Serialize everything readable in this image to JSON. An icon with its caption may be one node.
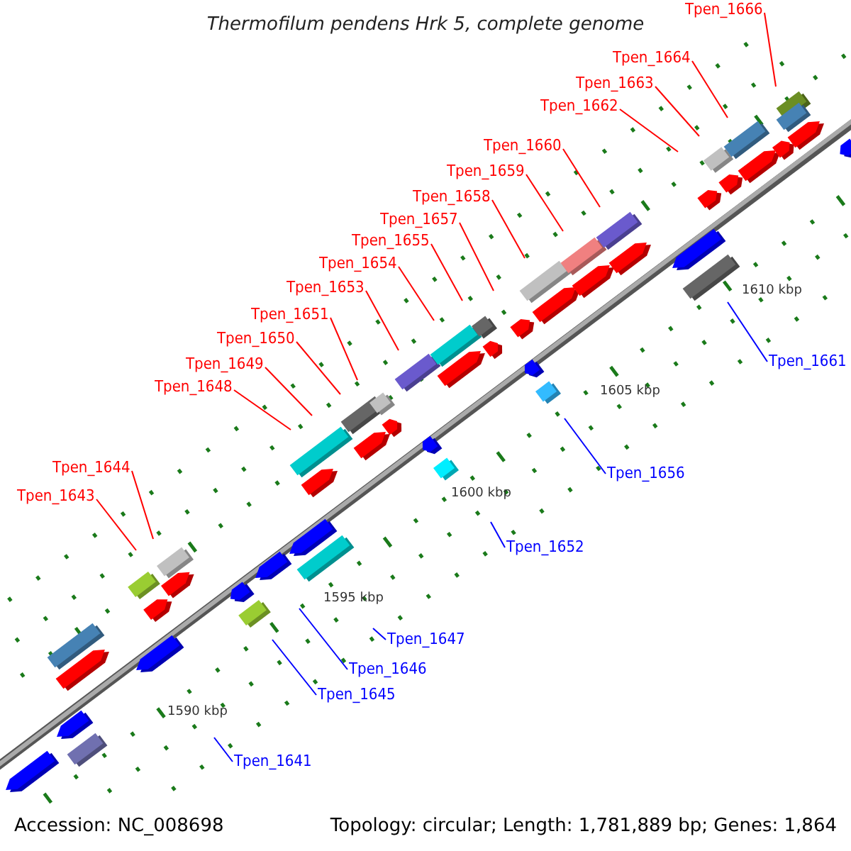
{
  "diagram": {
    "title": "Thermofilum pendens Hrk 5, complete genome",
    "nodes": [
      {
        "text": [
          "Tpen_1666"
        ]
      },
      {
        "text": [
          "Tpen_1664"
        ]
      },
      {
        "text": [
          "Tpen_1663"
        ]
      },
      {
        "text": [
          "Tpen_1662"
        ]
      },
      {
        "text": [
          "Tpen_1660"
        ]
      },
      {
        "text": [
          "Tpen_1659"
        ]
      },
      {
        "text": [
          "Tpen_1658"
        ]
      },
      {
        "text": [
          "Tpen_1657"
        ]
      },
      {
        "text": [
          "Tpen_1655"
        ]
      },
      {
        "text": [
          "Tpen_1654"
        ]
      },
      {
        "text": [
          "Tpen_1653"
        ]
      },
      {
        "text": [
          "Tpen_1661"
        ]
      },
      {
        "text": [
          "Tpen_1651"
        ]
      },
      {
        "text": [
          "Tpen_1650"
        ]
      },
      {
        "text": [
          "Tpen_1649"
        ]
      },
      {
        "text": [
          "Tpen_1648"
        ]
      },
      {
        "text": [
          "Tpen_1656"
        ]
      },
      {
        "text": [
          "Tpen_1644"
        ]
      },
      {
        "text": [
          "Tpen_1652"
        ]
      },
      {
        "text": [
          "Tpen_1643"
        ]
      },
      {
        "text": [
          "Tpen_1647"
        ]
      },
      {
        "text": [
          "Tpen_1646"
        ]
      },
      {
        "text": [
          "Tpen_1645"
        ]
      },
      {
        "text": [
          "Tpen_1641"
        ]
      }
    ],
    "edges": [
      {
        "from": 0,
        "to": null,
        "arrow": "none"
      },
      {
        "from": 1,
        "to": null,
        "arrow": "none"
      },
      {
        "from": 2,
        "to": null,
        "arrow": "none"
      },
      {
        "from": 3,
        "to": null,
        "arrow": "none"
      },
      {
        "from": 4,
        "to": null,
        "arrow": "none"
      },
      {
        "from": 5,
        "to": null,
        "arrow": "none"
      },
      {
        "from": 6,
        "to": null,
        "arrow": "none"
      },
      {
        "from": 7,
        "to": null,
        "arrow": "none"
      },
      {
        "from": 8,
        "to": null,
        "arrow": "none"
      },
      {
        "from": 9,
        "to": null,
        "arrow": "none"
      },
      {
        "from": 10,
        "to": null,
        "arrow": "none"
      },
      {
        "from": 11,
        "to": null,
        "arrow": "none",
        "color": "#0000ff"
      },
      {
        "from": 12,
        "to": null,
        "arrow": "none"
      },
      {
        "from": 13,
        "to": null,
        "arrow": "none"
      },
      {
        "from": 14,
        "to": null,
        "arrow": "none"
      },
      {
        "from": 15,
        "to": null,
        "arrow": "none"
      },
      {
        "from": 16,
        "to": null,
        "arrow": "none",
        "color": "#0000ff"
      },
      {
        "from": 17,
        "to": null,
        "arrow": "none"
      },
      {
        "from": 18,
        "to": null,
        "arrow": "none",
        "color": "#0000ff"
      },
      {
        "from": 19,
        "to": null,
        "arrow": "none"
      },
      {
        "from": 20,
        "to": null,
        "arrow": "none",
        "color": "#0000ff"
      },
      {
        "from": 21,
        "to": null,
        "arrow": "none",
        "color": "#0000ff"
      },
      {
        "from": 22,
        "to": null,
        "arrow": "none",
        "color": "#0000ff"
      },
      {
        "from": 23,
        "to": null,
        "arrow": "none",
        "color": "#0000ff"
      }
    ],
    "labels": [
      "1610 kbp",
      "1605 kbp",
      "1600 kbp",
      "1595 kbp",
      "1590 kbp",
      "Accession: NC_008698",
      "Topology: circular; Length: 1,781,889 bp; Genes: 1,864"
    ]
  }
}
